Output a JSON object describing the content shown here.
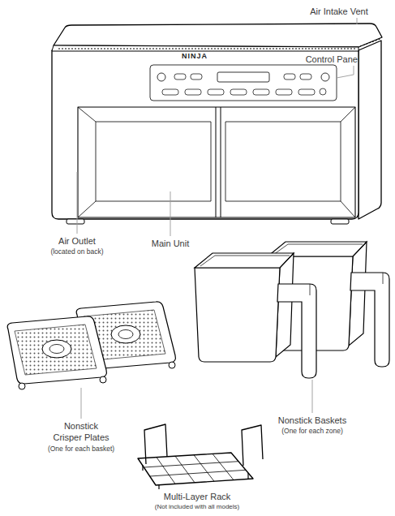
{
  "diagram": {
    "labels": [
      "Air Intake Vent",
      "Control Panel",
      "NINJA",
      "Air Outlet",
      "(located on back)",
      "Main Unit",
      "Nonstick Baskets",
      "(One for each zone)",
      "Nonstick Crisper Plates",
      "(One for each basket)",
      "Multi-Layer Rack",
      "(Not included with all models)"
    ]
  }
}
